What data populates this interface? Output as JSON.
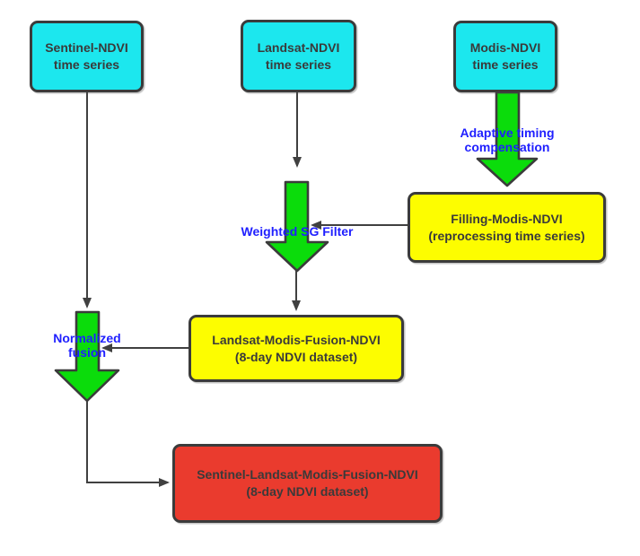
{
  "colors": {
    "cyan": "#1CE7EE",
    "yellow": "#FDFD00",
    "red": "#EA3B2E",
    "green": "#0BDC0B",
    "label-blue": "#1F1FFF",
    "line-gray": "#404040",
    "border-dark": "#3B3B3B",
    "text-dark": "#3A3A3A"
  },
  "nodes": [
    {
      "id": "sentinel-ndvi",
      "text": "Sentinel-NDVI\ntime series",
      "color": "cyan"
    },
    {
      "id": "landsat-ndvi",
      "text": "Landsat-NDVI\ntime series",
      "color": "cyan"
    },
    {
      "id": "modis-ndvi",
      "text": "Modis-NDVI\ntime series",
      "color": "cyan"
    },
    {
      "id": "filling-modis-ndvi",
      "text": "Filling-Modis-NDVI\n(reprocessing time series)",
      "color": "yellow"
    },
    {
      "id": "landsat-modis-fusion-ndvi",
      "text": "Landsat-Modis-Fusion-NDVI\n(8-day NDVI dataset)",
      "color": "yellow"
    },
    {
      "id": "sentinel-landsat-modis-fusion-ndvi",
      "text": "Sentinel-Landsat-Modis-Fusion-NDVI\n(8-day NDVI dataset)",
      "color": "red"
    }
  ],
  "process_labels": [
    {
      "id": "adaptive-timing-compensation",
      "text": "Adaptive timing\ncompensation"
    },
    {
      "id": "weighted-sg-filter",
      "text": "Weighted SG Filter"
    },
    {
      "id": "normalized-fusion",
      "text": "Normalized\nfusion"
    }
  ],
  "edges": [
    {
      "from": "modis-ndvi",
      "to": "filling-modis-ndvi",
      "via": "adaptive-timing-compensation",
      "style": "green-block-arrow"
    },
    {
      "from": "landsat-ndvi",
      "to": "landsat-modis-fusion-ndvi",
      "via": "weighted-sg-filter",
      "style": "green-block-arrow"
    },
    {
      "from": "filling-modis-ndvi",
      "to": "weighted-sg-filter",
      "style": "thin-arrow"
    },
    {
      "from": "landsat-modis-fusion-ndvi",
      "to": "normalized-fusion",
      "style": "thin-arrow"
    },
    {
      "from": "sentinel-ndvi",
      "to": "normalized-fusion",
      "style": "thin-arrow"
    },
    {
      "from": "normalized-fusion",
      "to": "sentinel-landsat-modis-fusion-ndvi",
      "style": "thin-arrow"
    }
  ]
}
